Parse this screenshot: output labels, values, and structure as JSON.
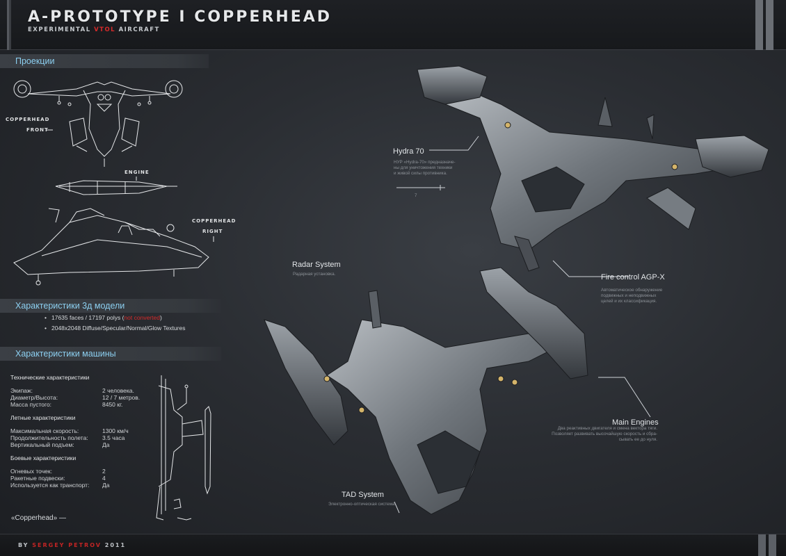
{
  "header": {
    "title": "A-PROTOTYPE I COPPERHEAD",
    "subtitle_pre": "EXPERIMENTAL ",
    "subtitle_red": "VTOL",
    "subtitle_post": " AIRCRAFT"
  },
  "sections": {
    "projections": "Проекции",
    "model_specs": "Характеристики 3д модели",
    "machine_specs": "Характеристики машины"
  },
  "drawing_labels": {
    "front_1": "COPPERHEAD",
    "front_2": "FRONT",
    "engine": "ENGINE",
    "right_1": "COPPERHEAD",
    "right_2": "RIGHT"
  },
  "model_stats": {
    "line1_pre": "17635 faces / 17197 polys (",
    "line1_red": "not converted",
    "line1_post": ")",
    "line2": "2048x2048 Diffuse/Specular/Normal/Glow Textures"
  },
  "specs": {
    "tech_title": "Технические характеристики",
    "tech": [
      {
        "k": "Экипаж:",
        "v": "2 человека."
      },
      {
        "k": "Диаметр/Высота:",
        "v": "12 / 7 метров."
      },
      {
        "k": "Масса пустого:",
        "v": "8450 кг."
      }
    ],
    "flight_title": "Летные характеристики",
    "flight": [
      {
        "k": "Максимальная скорость:",
        "v": "1300 км/ч"
      },
      {
        "k": "Продолжительность полета:",
        "v": "3.5 часа"
      },
      {
        "k": "Вертикальный подъем:",
        "v": "Да"
      }
    ],
    "combat_title": "Боевые характеристики",
    "combat": [
      {
        "k": "Огневых точек:",
        "v": "2"
      },
      {
        "k": "Ракетные подвески:",
        "v": "4"
      },
      {
        "k": "Используется как транспорт:",
        "v": "Да"
      }
    ]
  },
  "copperhead_quote": "«Copperhead» —",
  "callouts": {
    "hydra": {
      "title": "Hydra 70",
      "text1": "НУР «Hydra-70» предназначе-",
      "text2": "ны для уничтожения техники",
      "text3": "и живой силы противника.",
      "num": "7"
    },
    "radar": {
      "title": "Radar System",
      "text1": "Радарная установка."
    },
    "fire": {
      "title": "Fire control AGP-X",
      "text1": "Автоматическое обнаружение",
      "text2": "подвижных и неподвижных",
      "text3": "целей и их классификация."
    },
    "engines": {
      "title": "Main Engines",
      "text1": "Два реактивных двигателя и смена вектора тяги.",
      "text2": "Позволяет развивать высочайшую скорость и сбра-",
      "text3": "сывать ее до нуля."
    },
    "tad": {
      "title": "TAD System",
      "text1": "Электронно-оптическая система."
    }
  },
  "footer": {
    "by": "BY ",
    "author": "SERGEY PETROV",
    "year": " 2011"
  },
  "colors": {
    "accent_blue": "#8ccff0",
    "accent_red": "#d52a2a"
  }
}
